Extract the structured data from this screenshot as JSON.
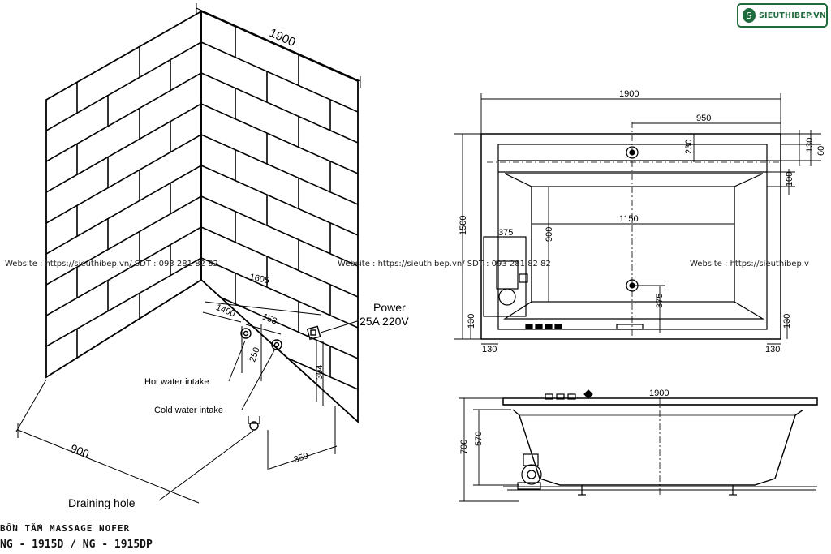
{
  "brand": {
    "logo_text": "SIEUTHIBEP.VN"
  },
  "watermark": {
    "text": "Website : https://sieuthibep.vn/    SDT : 093 281 82 82",
    "text_short": "Website : https://sieuthibep.v"
  },
  "product": {
    "title": "BỒN TẮM MASSAGE NOFER",
    "models": "NG - 1915D / NG - 1915DP"
  },
  "iso_view": {
    "dim_width": "1900",
    "dim_depth": "900",
    "dim_1605": "1605",
    "dim_1400": "1400",
    "dim_153": "153",
    "dim_250": "250",
    "dim_304": "304",
    "dim_359": "359",
    "power_label": "Power",
    "power_value": "25A 220V",
    "hot_water": "Hot water intake",
    "cold_water": "Cold water intake",
    "drain": "Draining hole"
  },
  "top_view": {
    "d1900": "1900",
    "d950": "950",
    "d230": "230",
    "d130": "130",
    "d60": "60",
    "d100": "100",
    "d1500": "1500",
    "d1150": "1150",
    "d375a": "375",
    "d900": "900",
    "d375b": "375",
    "d130_bl": "130",
    "d130_br": "130",
    "d130_l": "130",
    "d130_r": "130"
  },
  "side_view": {
    "d1900": "1900",
    "d700": "700",
    "d570": "570"
  }
}
